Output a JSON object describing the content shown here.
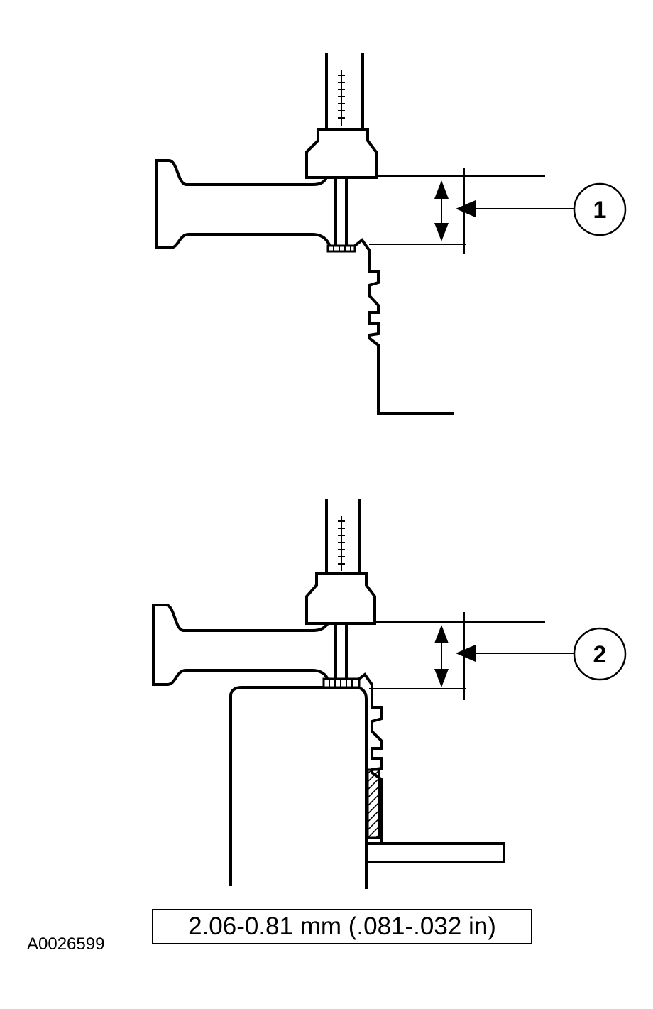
{
  "callouts": [
    "1",
    "2"
  ],
  "specification": "2.06-0.81 mm (.081-.032 in)",
  "figure_id": "A0026599"
}
